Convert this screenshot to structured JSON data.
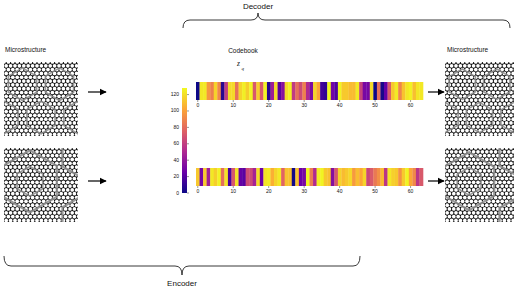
{
  "diagram": {
    "labels": [
      "Decoder",
      "Microstructure",
      "Codebook",
      "z",
      "q",
      "120",
      "100",
      "80",
      "60",
      "40",
      "20",
      "0",
      "0",
      "10",
      "20",
      "30",
      "40",
      "50",
      "60",
      "0",
      "10",
      "20",
      "30",
      "40",
      "50",
      "60",
      "Microstructure",
      "Encoder"
    ]
  }
}
